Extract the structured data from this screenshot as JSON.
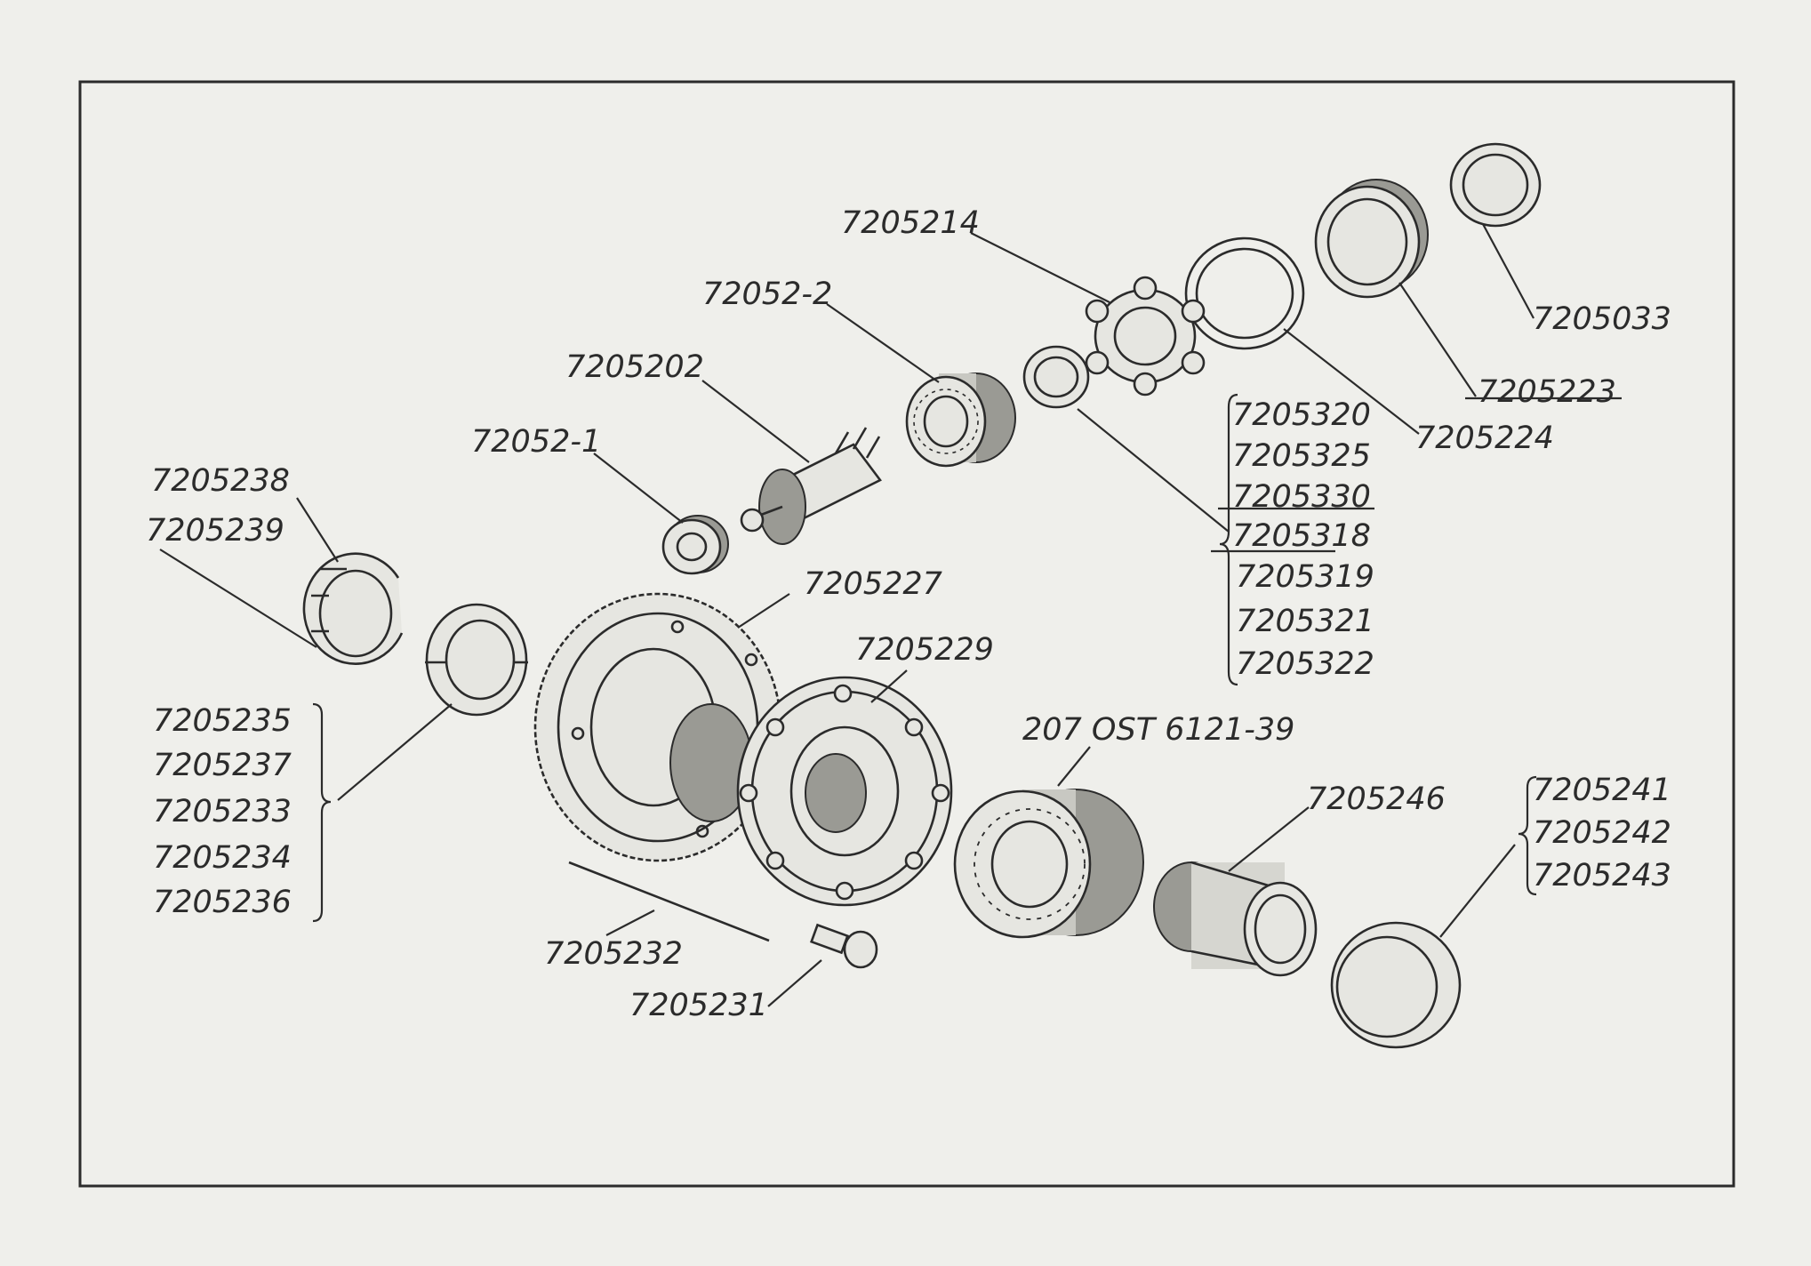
{
  "labels": {
    "p7205214": "7205214",
    "p72052_2": "72052-2",
    "p7205202": "7205202",
    "p72052_1": "72052-1",
    "p7205238": "7205238",
    "p7205239": "7205239",
    "p7205227": "7205227",
    "p7205229": "7205229",
    "p7205033": "7205033",
    "p7205223": "7205223",
    "p7205224": "7205224",
    "p7205232": "7205232",
    "p7205231": "7205231",
    "p207": "207 OST 6121-39",
    "p7205246": "7205246"
  },
  "groups": {
    "shims_top": [
      "7205320",
      "7205325",
      "7205330",
      "7205318",
      "7205319",
      "7205321",
      "7205322"
    ],
    "shims_left": [
      "7205235",
      "7205237",
      "7205233",
      "7205234",
      "7205236"
    ],
    "rings_right": [
      "7205241",
      "7205242",
      "7205243"
    ]
  }
}
